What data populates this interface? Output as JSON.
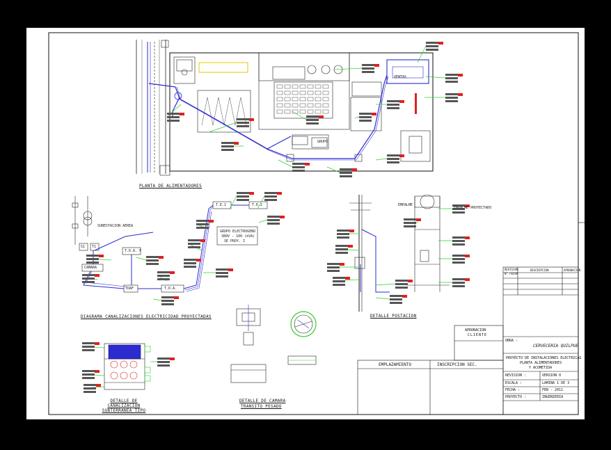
{
  "titles": {
    "plan": "PLANTA DE ALIMENTADORES",
    "diagram": "DIAGRAMA CANALIZACIONES ELECTRICIDAD PROYECTADAS",
    "post": "DETALLE POSTACION",
    "cable": "DETALLE DE CANALIZACION SUBTERRANEA TIPO",
    "box_line1": "DETALLE DE CAMARA",
    "box_line2": "TRANSITO PESADO"
  },
  "labels": {
    "te1": "T.E.1",
    "te2": "T.E.2",
    "tda": "T.D.A.",
    "tdaf": "T.D.A. F",
    "camara": "CAMARA",
    "tdaf2": "TDAF",
    "tdab": "T.D.A.",
    "s1": "S1",
    "s2": "T1",
    "gp": "GRUPO ELECTROGENO",
    "gp_sub": "380V - 100 (kVA)",
    "gp_sub2": "SE PROY. I",
    "empalme": "EMPALME",
    "sub": "SUBESTACION AEREA",
    "mt": "EMPALME PROYECTADO",
    "grupo_plan": "GRUPO",
    "ventas": "VENTAS"
  },
  "title_block": {
    "aprobacion": "APROBACION",
    "cliente": "CLIENTE",
    "emplazamiento": "EMPLAZAMIENTO",
    "inscripcion": "INSCRIPCION SEC.",
    "obra": "OBRA :",
    "obra_name": "CERVECERIA QUILPUE",
    "proyecto_l1": "PROYECTO DE INSTALACIONES ELECTRICAS",
    "proyecto_l2": "PLANTA ALIMENTADORES",
    "proyecto_l3": "Y ACOMETIDA",
    "revision": "REVISION :",
    "revision_val": "VERSION 0",
    "escala": "ESCALA :",
    "escala_val": "LAMINA 1 DE 3",
    "fecha": "FECHA :",
    "fecha_val": "FEB - 2011",
    "dibujo": "PROYECTO :",
    "dibujo_val": "INGENIERIA",
    "rev_headers": [
      "REVISION",
      "DESCRIPCION",
      "APROBACION"
    ],
    "rev_headers2": [
      "N° FECHA"
    ]
  }
}
